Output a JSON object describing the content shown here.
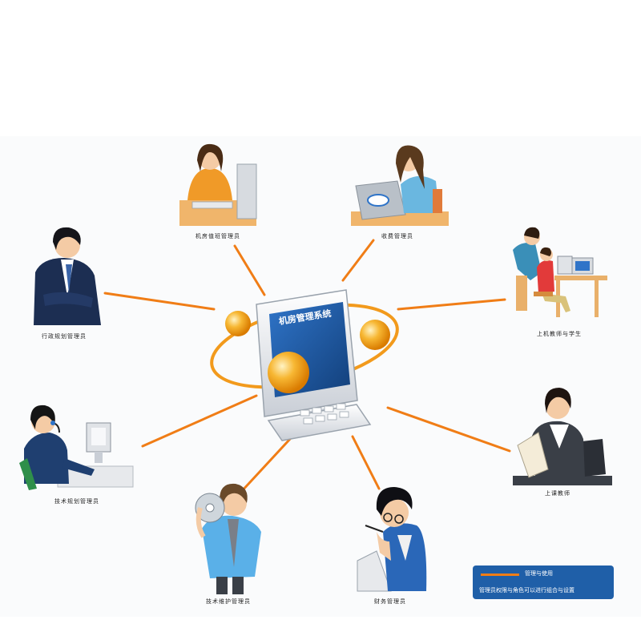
{
  "center": {
    "title": "机房管理系统"
  },
  "roles": [
    {
      "id": "top-left",
      "label": "机房值班管理员"
    },
    {
      "id": "top-right",
      "label": "收费管理员"
    },
    {
      "id": "right-upper",
      "label": "上机教师与学生"
    },
    {
      "id": "right-lower",
      "label": "上课教师"
    },
    {
      "id": "bottom-right",
      "label": "财务管理员"
    },
    {
      "id": "bottom-center",
      "label": "技术维护管理员"
    },
    {
      "id": "left-lower",
      "label": "技术规划管理员"
    },
    {
      "id": "left-upper",
      "label": "行政规划管理员"
    }
  ],
  "legend": {
    "item1": "管理与使用",
    "item2": "管理员权限与角色可以进行组合与设置"
  },
  "colors": {
    "connector": "#f07d16",
    "orb": "#f5a623",
    "monitor_screen": "#1f5fa8",
    "legend_bg": "#1f5fa8"
  }
}
